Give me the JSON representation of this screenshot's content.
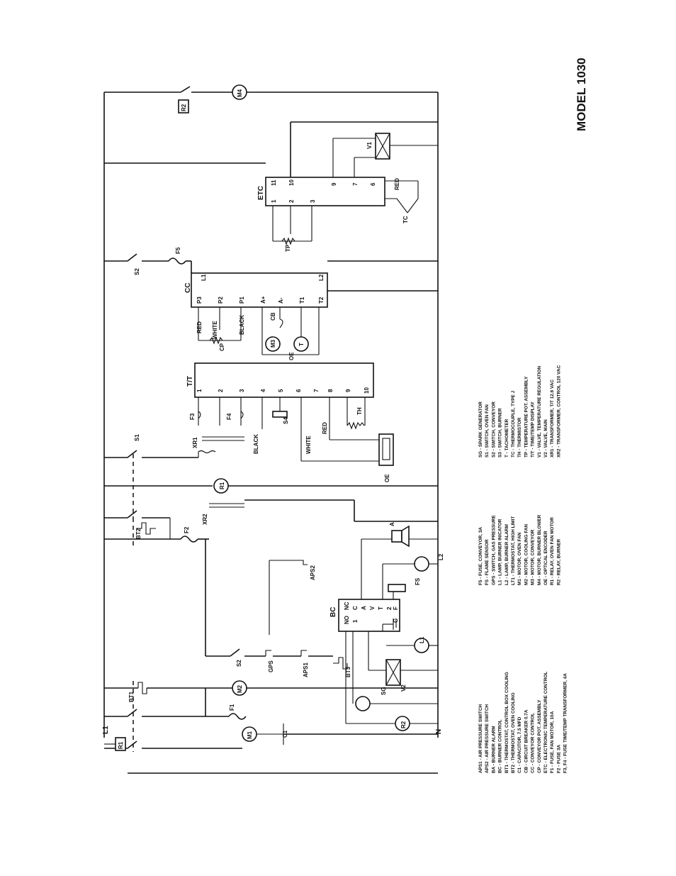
{
  "title": "MODEL 1030",
  "rails": {
    "line": "L1",
    "neutral": "N"
  },
  "components": {
    "R1_relay": "R1",
    "R2_relay": "R2",
    "M1": "M1",
    "M2": "M2",
    "M4": "M4",
    "M3": "M3",
    "C1": "C1",
    "F1": "F1",
    "F2": "F2",
    "F3": "F3",
    "F4": "F4",
    "F5": "F5",
    "FS": "FS",
    "BT1": "BT1",
    "BT2": "BT2",
    "BT3": "BT3",
    "S1": "S1",
    "S2a": "S2",
    "S2b": "S2",
    "S4": "S4",
    "GPS": "GPS",
    "APS1": "APS1",
    "APS2": "APS2",
    "BC": "BC",
    "SG": "SG",
    "V1": "V1",
    "V2": "V2",
    "L1lamp": "L1",
    "L2lamp": "L2",
    "A": "A",
    "XR1": "XR1",
    "XR2": "XR2",
    "TT": "T/T",
    "TH": "TH",
    "OE": "OE",
    "CC": "CC",
    "CP": "CP",
    "CB": "CB",
    "T": "T",
    "ETC": "ETC",
    "TP": "TP",
    "TC": "TC"
  },
  "bc_labels": {
    "no": "NO",
    "nc": "NC",
    "one": "1",
    "c": "C",
    "a": "A",
    "v": "V",
    "t": "T",
    "two": "2",
    "g": "G",
    "f": "F"
  },
  "tt_terminals": [
    "1",
    "2",
    "3",
    "4",
    "5",
    "6",
    "7",
    "8",
    "9",
    "10"
  ],
  "cc_terminals": {
    "p3": "P3",
    "p2": "P2",
    "p1": "P1",
    "aplus": "A+",
    "aminus": "A-",
    "t1": "T1",
    "t2": "T2",
    "l1": "L1",
    "l2": "L2"
  },
  "etc_terminals": {
    "t1": "1",
    "t2": "2",
    "t3": "3",
    "t11": "11",
    "t10": "10",
    "t9": "9",
    "t7": "7",
    "t6": "6"
  },
  "wire_colors": {
    "red": "RED",
    "white": "WHITE",
    "black": "BLACK"
  },
  "legend_col1": [
    "APS1 - AIR PRESSURE SWITCH",
    "APS2 - AIR PRESSURE SWITCH",
    "BA - BURNER ALARM",
    "BC - BURNER CONTROL",
    "BT1 - THERMOSTAT, CONTROL BOX COOLING",
    "BT2 - THERMOSTAT, OVEN COOLING",
    "C1 - CAPACITOR, 7.5 MFD",
    "CB - CIRCUIT BREAKER 0.7A",
    "CC - CONVEYOR CONTROL",
    "CP - CONVEYOR POT. ASSEMBLY",
    "ETC - ELECTRONIC TEMPERATURE CONTROL",
    "F1 - FUSE, FAN MOTOR, 10A",
    "F2 - FUSE 3A",
    "F3, F4 - FUSE TIME/TEMP TRANSFORMER, 4A"
  ],
  "legend_col2": [
    "F5 - FUSE, CONVEYOR, 3A",
    "FS - FLAME SENSOR",
    "GPS - SWITCH, GAS PRESSURE",
    "L1 - LAMP, BURNER INICATOR",
    "L2 - LAMP, BURNER ALARM",
    "LT1 - THERMOSTAT, HIGH LIMIT",
    "M1 - MOTOR, OVEN FAN",
    "M2 - MOTOR, COOLING FAN",
    "M3 - MOTOR, CONVEYOR",
    "M4 - MOTOR, BURNER BLOWER",
    "OE - OPTICAL ENCODER",
    "R1 - RELAY, OVEN FAN MOTOR",
    "R2 - RELAY, BURNER"
  ],
  "legend_col3": [
    "SG - SPARK GENERATOR",
    "S1 - SWITCH, OVEN FAN",
    "S2 - SWITCH, CONVEYOR",
    "S3 - SWITCH, BURNER",
    "T - TACHOMETER",
    "TC - THERMOCOUPLE, TYPE J",
    "TH - THERMISTOR",
    "TP - TEMPERATURE POT. ASSEMBLY",
    "T/T - TIME/TEMP DISPLAY",
    "V1 - VALVE, TEMPERATURE REGULATION",
    "V2 - VALVE, MAIN",
    "XR1 - TRANSFORMER, T/T 12.6 VAC",
    "XR2 - TRANSFORMER, CONTROL 120 VAC"
  ]
}
